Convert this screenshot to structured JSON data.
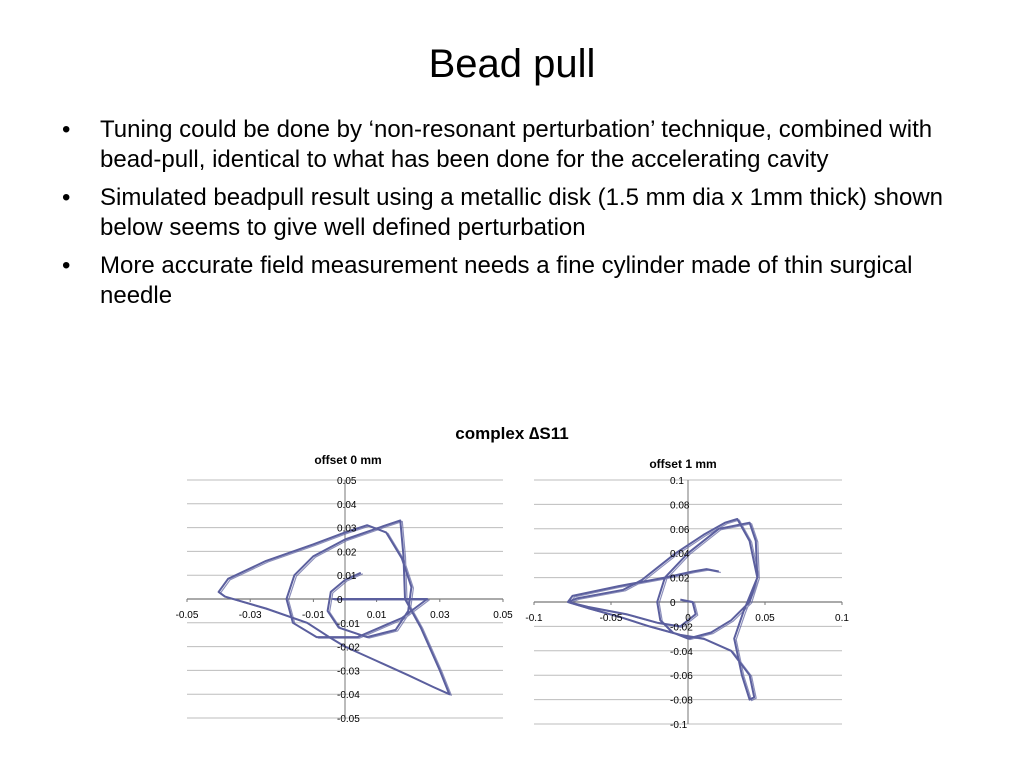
{
  "slide": {
    "title": "Bead pull",
    "bullets": [
      "Tuning could be done by ‘non-resonant perturbation’ technique, combined with bead-pull, identical to what has been done for the accelerating cavity",
      "Simulated beadpull result using a metallic disk (1.5 mm dia x 1mm thick) shown below seems to give well defined perturbation",
      "More accurate field measurement needs a fine cylinder made of thin surgical needle"
    ],
    "bullet_glyph": "•",
    "charts_title": "complex ∆S11"
  },
  "colors": {
    "curve": "#5b5f9e",
    "grid": "#bdbdbd",
    "axis": "#777777"
  },
  "chart_data": [
    {
      "type": "scatter",
      "title": "offset 0 mm",
      "xlim": [
        -0.05,
        0.05
      ],
      "ylim": [
        -0.05,
        0.05
      ],
      "xticks": [
        -0.05,
        -0.03,
        -0.01,
        0.01,
        0.03,
        0.05
      ],
      "xtick_labels": [
        "-0.05",
        "-0.03",
        "-0.01",
        "0.01",
        "0.03",
        "0.05"
      ],
      "yticks": [
        0.05,
        0.04,
        0.03,
        0.02,
        0.01,
        0,
        -0.01,
        -0.02,
        -0.03,
        -0.04,
        -0.05
      ],
      "ytick_labels": [
        "0.05",
        "0.04",
        "0.03",
        "0.02",
        "0.01",
        "0",
        "-0.01",
        "-0.02",
        "-0.03",
        "-0.04",
        "-0.05"
      ],
      "grid": true,
      "series": [
        {
          "x": [
            0.005,
            0.0,
            -0.0045,
            -0.0055,
            -0.002,
            0.007,
            0.016,
            0.02,
            0.021,
            0.018,
            0.013,
            0.007,
            0.0,
            -0.01,
            -0.025,
            -0.037,
            -0.04,
            -0.038,
            -0.025,
            -0.012,
            -0.005,
            0.0,
            0.01,
            0.02,
            0.028,
            0.033,
            0.03,
            0.024,
            0.019,
            0.0185,
            0.0175,
            0.013,
            0.0,
            -0.01,
            -0.016,
            -0.0185,
            -0.0165,
            -0.009,
            0.004,
            0.018,
            0.026,
            0.018,
            0.003,
            -0.004
          ],
          "y": [
            0.011,
            0.008,
            0.003,
            -0.005,
            -0.012,
            -0.016,
            -0.013,
            -0.005,
            0.005,
            0.017,
            0.028,
            0.031,
            0.028,
            0.023,
            0.016,
            0.0085,
            0.003,
            0.001,
            -0.004,
            -0.01,
            -0.016,
            -0.02,
            -0.026,
            -0.032,
            -0.037,
            -0.04,
            -0.03,
            -0.012,
            0.0,
            0.018,
            0.033,
            0.031,
            0.025,
            0.018,
            0.01,
            0.0,
            -0.01,
            -0.016,
            -0.016,
            -0.008,
            0.0,
            0.0,
            0.0,
            0.0
          ]
        }
      ]
    },
    {
      "type": "scatter",
      "title": "offset 1 mm",
      "xlim": [
        -0.1,
        0.1
      ],
      "ylim": [
        -0.1,
        0.1
      ],
      "xticks": [
        -0.1,
        -0.05,
        0,
        0.05,
        0.1
      ],
      "xtick_labels": [
        "-0.1",
        "-0.05",
        "0",
        "0.05",
        "0.1"
      ],
      "yticks": [
        0.1,
        0.08,
        0.06,
        0.04,
        0.02,
        0,
        -0.02,
        -0.04,
        -0.06,
        -0.08,
        -0.1
      ],
      "ytick_labels": [
        "0.1",
        "0.08",
        "0.06",
        "0.04",
        "0.02",
        "0",
        "-0.02",
        "-0.04",
        "-0.06",
        "-0.08",
        "-0.1"
      ],
      "grid": true,
      "series": [
        {
          "x": [
            0.02,
            0.012,
            0.003,
            -0.015,
            -0.045,
            -0.075,
            -0.078,
            -0.065,
            -0.045,
            -0.025,
            -0.005,
            0.01,
            0.028,
            0.04,
            0.043,
            0.04,
            0.035,
            0.03,
            0.036,
            0.045,
            0.044,
            0.04,
            0.02,
            0.0,
            -0.015,
            -0.02,
            -0.018,
            -0.01,
            0.0,
            0.015,
            0.028,
            0.04,
            0.045,
            0.04,
            0.032,
            0.024,
            0.01,
            -0.008,
            -0.02,
            -0.03,
            -0.042,
            -0.072,
            -0.078,
            -0.065,
            -0.04,
            -0.02,
            -0.005,
            0.005,
            0.003,
            -0.005
          ],
          "y": [
            0.025,
            0.027,
            0.025,
            0.02,
            0.013,
            0.005,
            0.0,
            -0.005,
            -0.012,
            -0.02,
            -0.027,
            -0.03,
            -0.04,
            -0.06,
            -0.078,
            -0.08,
            -0.06,
            -0.03,
            -0.008,
            0.02,
            0.05,
            0.065,
            0.06,
            0.04,
            0.02,
            0.0,
            -0.015,
            -0.025,
            -0.03,
            -0.025,
            -0.015,
            0.0,
            0.02,
            0.05,
            0.068,
            0.065,
            0.055,
            0.04,
            0.028,
            0.018,
            0.01,
            0.003,
            0.0,
            -0.004,
            -0.01,
            -0.017,
            -0.02,
            -0.01,
            0.0,
            0.002
          ]
        }
      ]
    }
  ]
}
